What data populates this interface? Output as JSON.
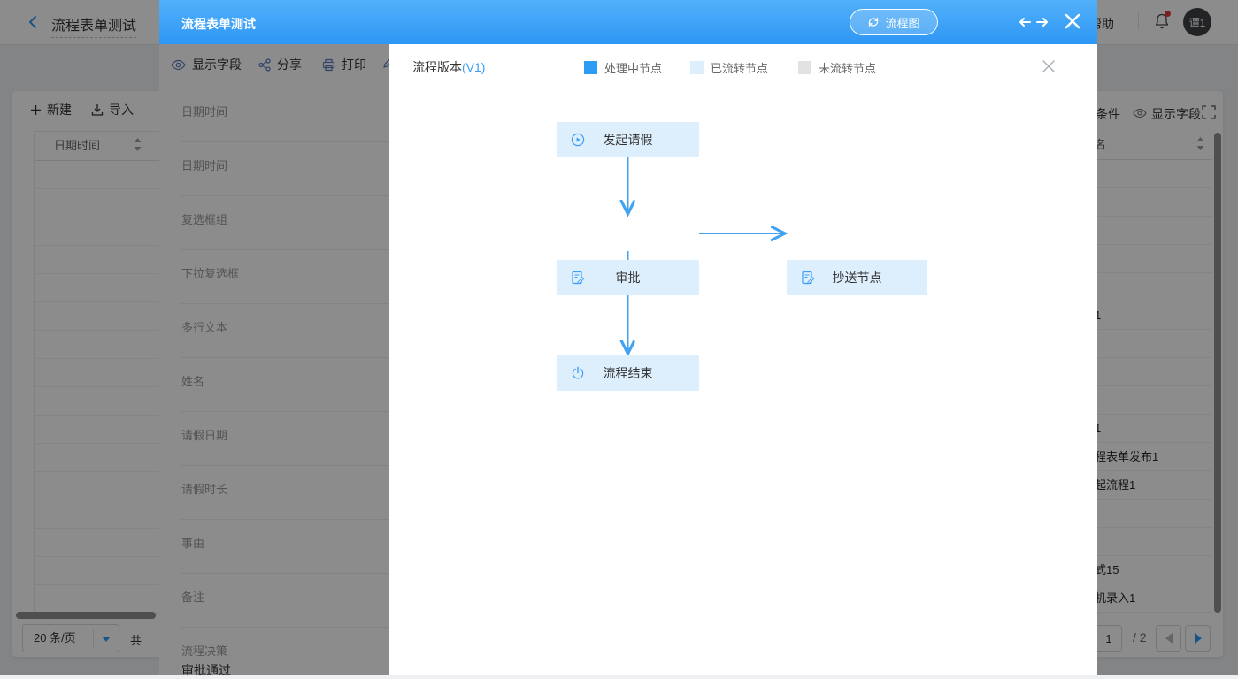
{
  "nav": {
    "back_title": "流程表单测试",
    "help": "帮助",
    "avatar": "谭1"
  },
  "list_page": {
    "new_button": "新建",
    "import_button": "导入",
    "conditions_label": "条件",
    "show_fields_label": "显示字段",
    "left_column_header": "日期时间",
    "right_column_header": "名",
    "right_rows": [
      "",
      "",
      "",
      "",
      "",
      "1",
      "",
      "",
      "",
      "1",
      "程表单发布1",
      "起流程1",
      "",
      "",
      "式15",
      "机录入1"
    ],
    "page_size": "20 条/页",
    "total_prefix": "共",
    "current_page": "1",
    "total_pages": "/ 2"
  },
  "detail_modal": {
    "title": "流程表单测试",
    "flowchart_button": "流程图",
    "toolbar": {
      "show_fields": "显示字段",
      "share": "分享",
      "print": "打印"
    },
    "fields": [
      {
        "label": "日期时间",
        "value": ""
      },
      {
        "label": "日期时间",
        "value": ""
      },
      {
        "label": "复选框组",
        "value": ""
      },
      {
        "label": "下拉复选框",
        "value": ""
      },
      {
        "label": "多行文本",
        "value": ""
      },
      {
        "label": "姓名",
        "value": ""
      },
      {
        "label": "请假日期",
        "value": ""
      },
      {
        "label": "请假时长",
        "value": ""
      },
      {
        "label": "事由",
        "value": ""
      },
      {
        "label": "备注",
        "value": ""
      },
      {
        "label": "流程决策",
        "value": "审批通过"
      }
    ]
  },
  "flow_panel": {
    "version_label": "流程版本",
    "version": "(V1)",
    "legend": [
      {
        "label": "处理中节点",
        "color": "#2d9cf5"
      },
      {
        "label": "已流转节点",
        "color": "#ddeefc"
      },
      {
        "label": "未流转节点",
        "color": "#e2e2e2"
      }
    ],
    "nodes": [
      {
        "label": "发起请假"
      },
      {
        "label": "审批"
      },
      {
        "label": "抄送节点"
      },
      {
        "label": "流程结束"
      }
    ]
  },
  "colors": {
    "header_blue": "#2e97f5",
    "accent_blue": "#2d9cf5",
    "node_bg": "#ddeefc",
    "arrow_blue": "#44a3f1"
  }
}
